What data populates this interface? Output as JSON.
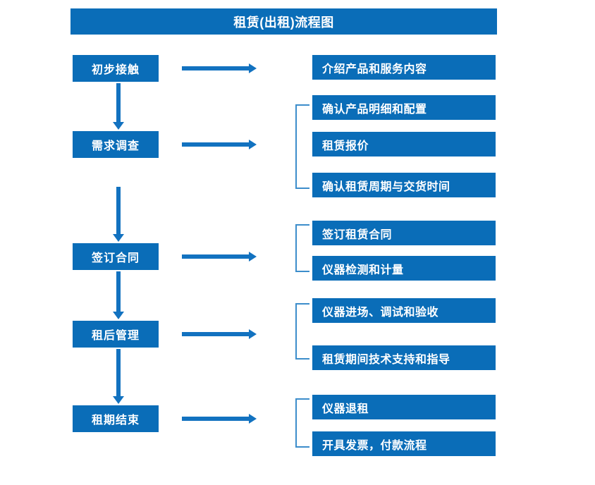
{
  "title": "租赁(出租)流程图",
  "colors": {
    "box_blue": "#0A6DB8",
    "arrow_blue": "#1272C0",
    "bracket_blue": "#3C8DCB",
    "text_white": "#FFFFFF",
    "background": "#FFFFFF"
  },
  "stages": [
    {
      "label": "初步接触"
    },
    {
      "label": "需求调查"
    },
    {
      "label": "签订合同"
    },
    {
      "label": "租后管理"
    },
    {
      "label": "租期结束"
    }
  ],
  "tasks": [
    {
      "label": "介绍产品和服务内容"
    },
    {
      "label": "确认产品明细和配置"
    },
    {
      "label": "租赁报价"
    },
    {
      "label": "确认租赁周期与交货时间"
    },
    {
      "label": "签订租赁合同"
    },
    {
      "label": "仪器检测和计量"
    },
    {
      "label": "仪器进场、调试和验收"
    },
    {
      "label": "租赁期间技术支持和指导"
    },
    {
      "label": "仪器退租"
    },
    {
      "label": "开具发票，付款流程"
    }
  ],
  "chart_data": {
    "type": "flowchart",
    "title": "租赁(出租)流程图",
    "orientation": "vertical-with-branches",
    "nodes": [
      {
        "id": "s1",
        "label": "初步接触",
        "column": "stage",
        "order": 1
      },
      {
        "id": "s2",
        "label": "需求调查",
        "column": "stage",
        "order": 2
      },
      {
        "id": "s3",
        "label": "签订合同",
        "column": "stage",
        "order": 3
      },
      {
        "id": "s4",
        "label": "租后管理",
        "column": "stage",
        "order": 4
      },
      {
        "id": "s5",
        "label": "租期结束",
        "column": "stage",
        "order": 5
      },
      {
        "id": "t1",
        "label": "介绍产品和服务内容",
        "column": "task",
        "parent": "s1"
      },
      {
        "id": "t2",
        "label": "确认产品明细和配置",
        "column": "task",
        "parent": "s2"
      },
      {
        "id": "t3",
        "label": "租赁报价",
        "column": "task",
        "parent": "s2"
      },
      {
        "id": "t4",
        "label": "确认租赁周期与交货时间",
        "column": "task",
        "parent": "s2"
      },
      {
        "id": "t5",
        "label": "签订租赁合同",
        "column": "task",
        "parent": "s3"
      },
      {
        "id": "t6",
        "label": "仪器检测和计量",
        "column": "task",
        "parent": "s3"
      },
      {
        "id": "t7",
        "label": "仪器进场、调试和验收",
        "column": "task",
        "parent": "s4"
      },
      {
        "id": "t8",
        "label": "租赁期间技术支持和指导",
        "column": "task",
        "parent": "s4"
      },
      {
        "id": "t9",
        "label": "仪器退租",
        "column": "task",
        "parent": "s5"
      },
      {
        "id": "t10",
        "label": "开具发票，付款流程",
        "column": "task",
        "parent": "s5"
      }
    ],
    "edges": [
      {
        "from": "s1",
        "to": "s2",
        "kind": "down-arrow"
      },
      {
        "from": "s2",
        "to": "s3",
        "kind": "down-arrow"
      },
      {
        "from": "s3",
        "to": "s4",
        "kind": "down-arrow"
      },
      {
        "from": "s4",
        "to": "s5",
        "kind": "down-arrow"
      },
      {
        "from": "s1",
        "to": "t1",
        "kind": "right-arrow"
      },
      {
        "from": "s2",
        "to": "t2",
        "kind": "right-arrow-bracket"
      },
      {
        "from": "s3",
        "to": "t5",
        "kind": "right-arrow-bracket"
      },
      {
        "from": "s4",
        "to": "t7",
        "kind": "right-arrow-bracket"
      },
      {
        "from": "s5",
        "to": "t9",
        "kind": "right-arrow-bracket"
      }
    ]
  }
}
